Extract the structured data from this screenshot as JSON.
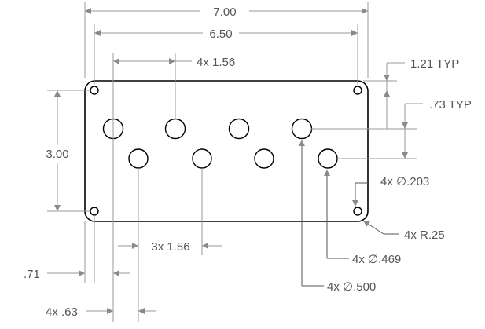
{
  "drawing": {
    "dim_overall_width": "7.00",
    "dim_hole_span": "6.50",
    "dim_top_pitch": "4x 1.56",
    "dim_bottom_pitch": "3x 1.56",
    "dim_height": "3.00",
    "dim_vertical_offset": "1.21 TYP",
    "dim_row_offset": ".73 TYP",
    "dim_left_edge": ".71",
    "dim_row_stagger": "4x .63",
    "callout_mount_hole": "4x ∅.203",
    "callout_corner_radius": "4x R.25",
    "callout_small_hole": "4x ∅.469",
    "callout_large_hole": "4x ∅.500"
  }
}
